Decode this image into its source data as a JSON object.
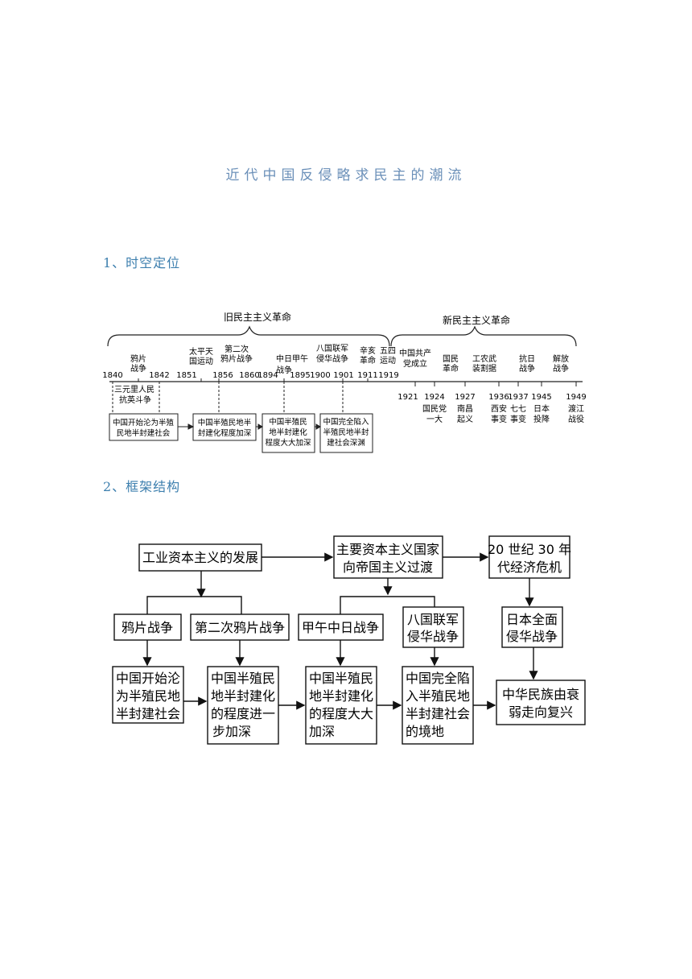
{
  "title": "近代中国反侵略求民主的潮流",
  "sections": {
    "s1": "1、时空定位",
    "s2": "2、框架结构"
  },
  "timeline": {
    "old_label": "旧民主主义革命",
    "new_label": "新民主主义革命",
    "years_top": [
      "1840",
      "1842",
      "1851",
      "1856",
      "1860",
      "1894",
      "1895",
      "1900",
      "1901",
      "1911",
      "1919"
    ],
    "events_top": [
      [
        "鸦片",
        "战争"
      ],
      [
        "太平天",
        "国运动"
      ],
      [
        "第二次",
        "鸦片战争"
      ],
      [
        "中日甲午",
        "战争"
      ],
      [
        "八国联军",
        "侵华战争"
      ],
      [
        "辛亥",
        "革命"
      ],
      [
        "五四",
        "运动"
      ],
      [
        "中国共产",
        "党成立"
      ],
      [
        "国民",
        "革命"
      ],
      [
        "工农武",
        "装割据"
      ],
      [
        "抗日",
        "战争"
      ],
      [
        "解放",
        "战争"
      ]
    ],
    "sanyuanli": [
      "三元里人民",
      "抗英斗争"
    ],
    "years_bottom": [
      "1921",
      "1924",
      "1927",
      "1936",
      "1937",
      "1945",
      "1949"
    ],
    "events_bottom": [
      [
        "国民党",
        "一大"
      ],
      [
        "南昌",
        "起义"
      ],
      [
        "西安",
        "事变"
      ],
      [
        "七七",
        "事变"
      ],
      [
        "日本",
        "投降"
      ],
      [
        "渡江",
        "战役"
      ]
    ],
    "stages": [
      [
        "中国开始沦为半殖",
        "民地半封建社会"
      ],
      [
        "中国半殖民地半",
        "封建化程度加深"
      ],
      [
        "中国半殖民",
        "地半封建化",
        "程度大大加深"
      ],
      [
        "中国完全陷入",
        "半殖民地半封",
        "建社会深渊"
      ]
    ]
  },
  "framework": {
    "industrial": "工业资本主义的发展",
    "imperialism": [
      "主要资本主义国家",
      "向帝国主义过渡"
    ],
    "crisis": [
      "20 世纪 30 年",
      "代经济危机"
    ],
    "wars": [
      "鸦片战争",
      "第二次鸦片战争",
      "甲午中日战争",
      [
        "八国联军",
        "侵华战争"
      ],
      [
        "日本全面",
        "侵华战争"
      ]
    ],
    "outcomes": [
      [
        "中国开始沦",
        "为半殖民地",
        "半封建社会"
      ],
      [
        "中国半殖民",
        "地半封建化",
        "的程度进一",
        "步加深"
      ],
      [
        "中国半殖民",
        "地半封建化",
        "的程度大大",
        "加深"
      ],
      [
        "中国完全陷",
        "入半殖民地",
        "半封建社会",
        "的境地"
      ],
      [
        "中华民族由衰",
        "弱走向复兴"
      ]
    ]
  }
}
